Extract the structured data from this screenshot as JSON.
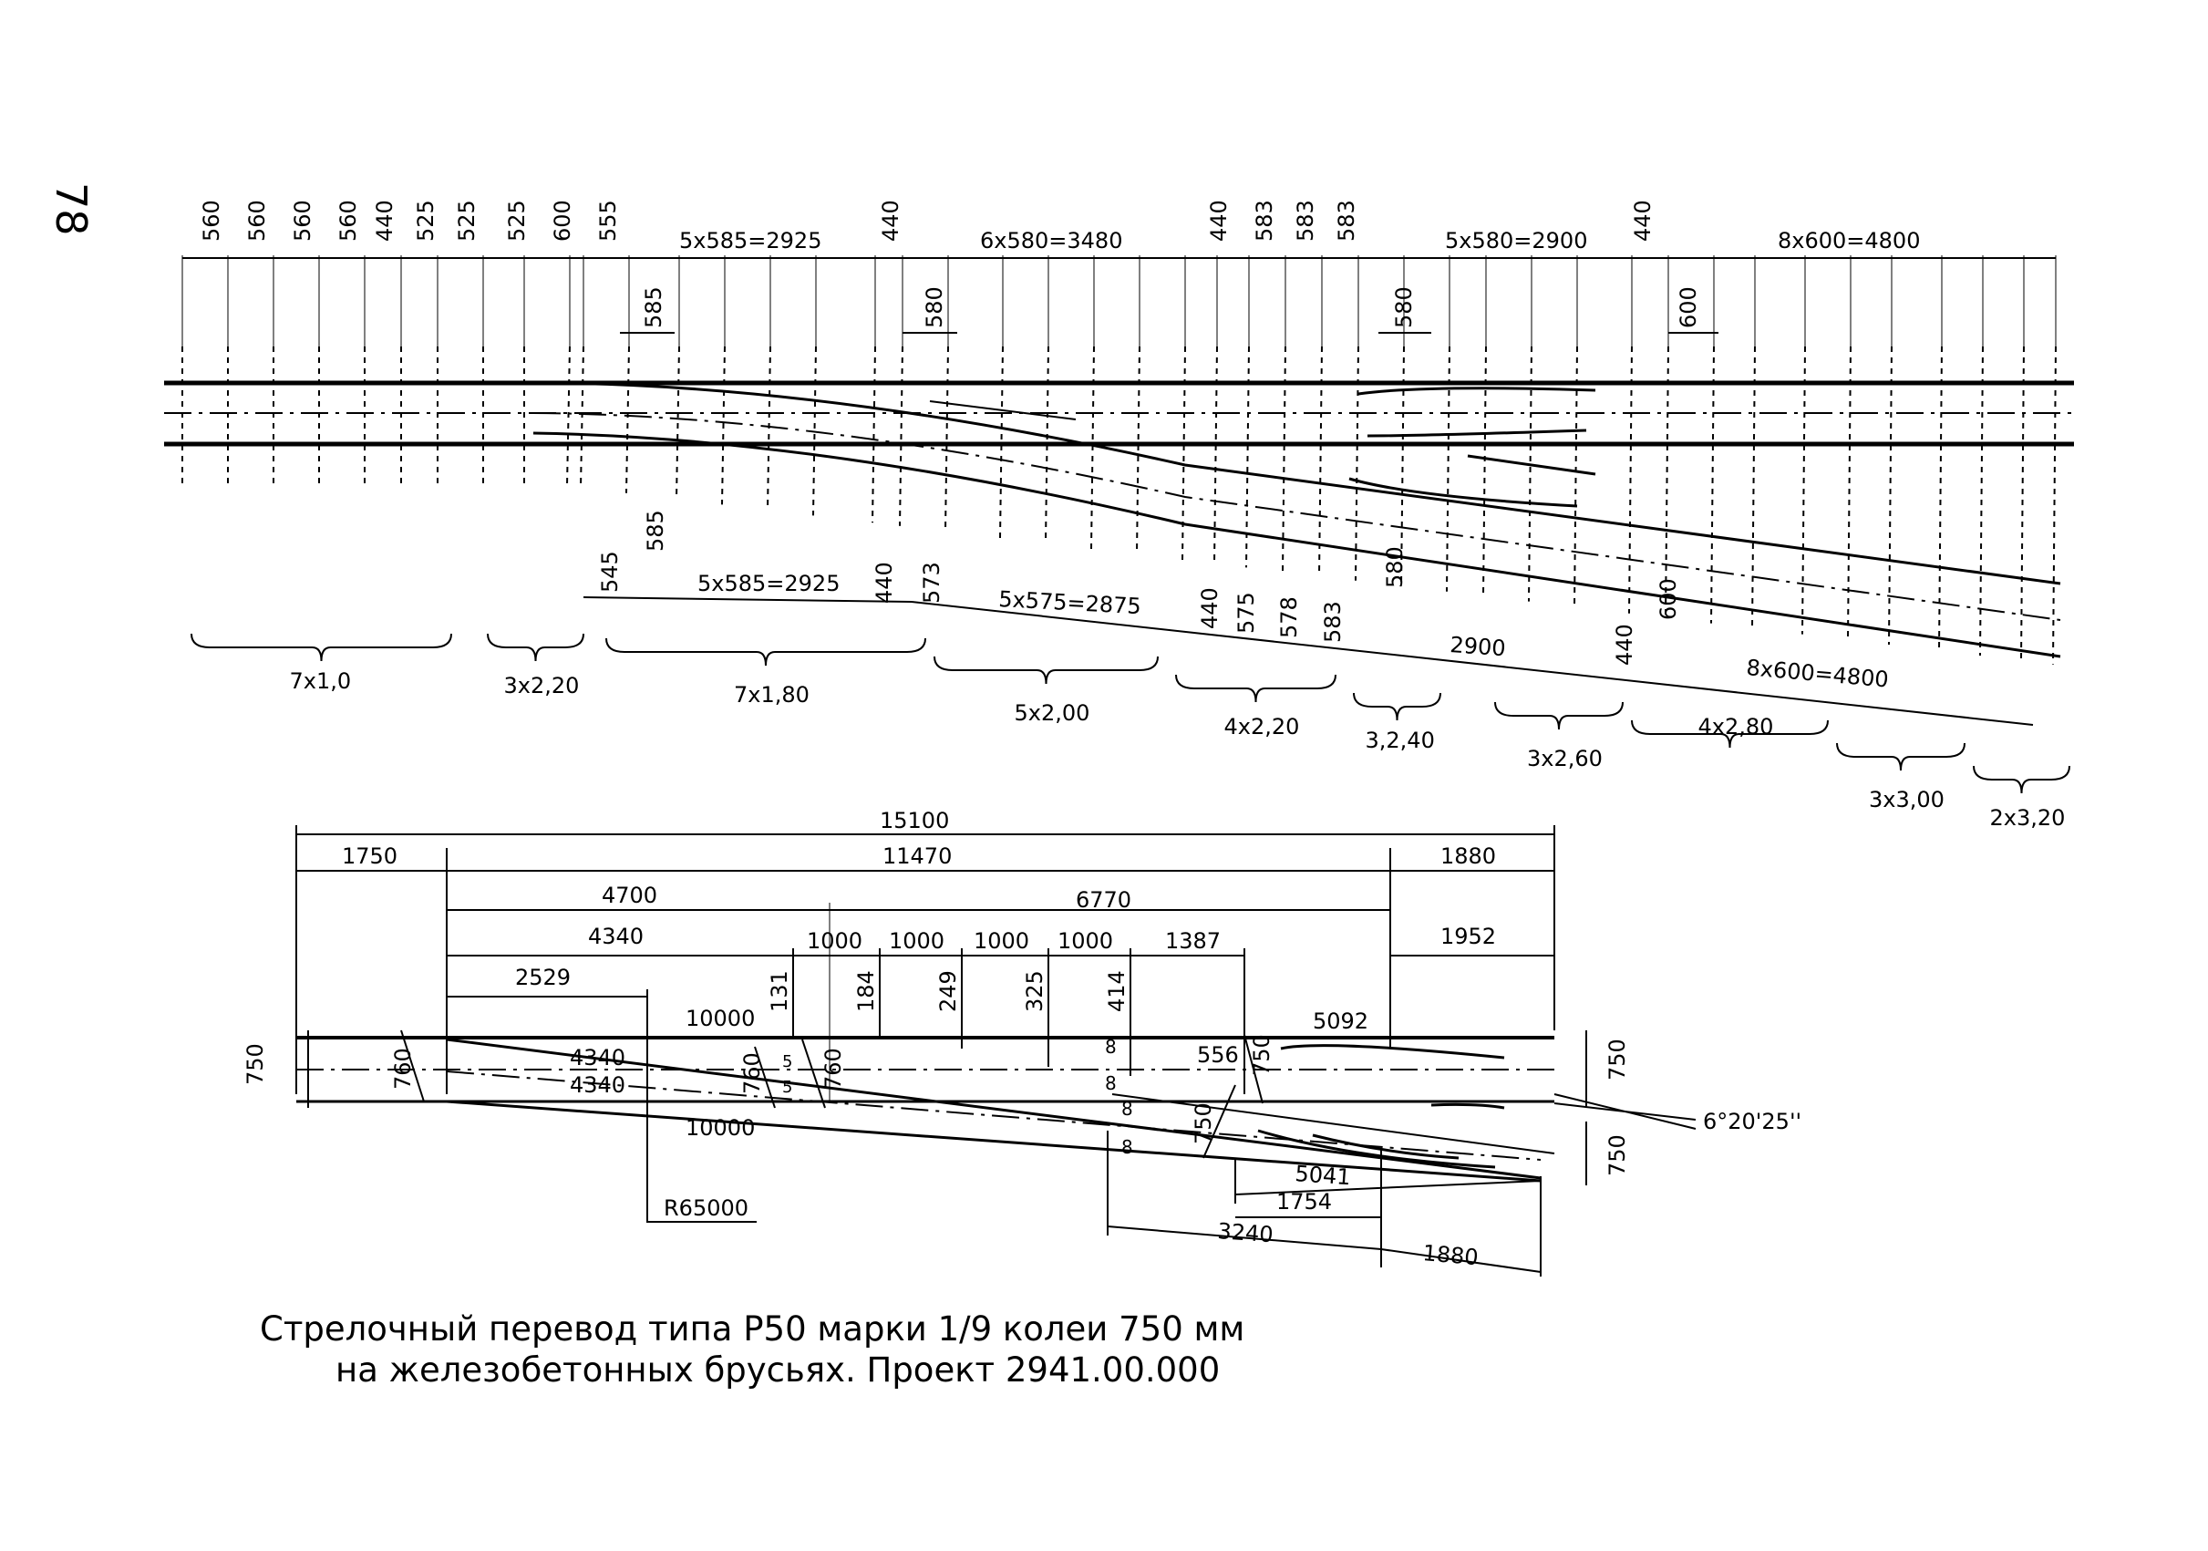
{
  "page_number": "78",
  "caption": {
    "line1": "Стрелочный перевод типа Р50 марки 1/9 колеи 750 мм",
    "line2": "на железобетонных брусьях. Проект 2941.00.000"
  },
  "top_dims": {
    "spacing": [
      "560",
      "560",
      "560",
      "560",
      "440",
      "525",
      "525",
      "525",
      "600",
      "555",
      "440",
      "440",
      "583",
      "583",
      "583",
      "440"
    ],
    "groups": [
      "5x585=2925",
      "6x580=3480",
      "5x580=2900",
      "8x600=4800"
    ],
    "short": [
      "585",
      "580",
      "580",
      "600"
    ]
  },
  "bottom_dims": {
    "spacing": [
      "545",
      "585",
      "440",
      "573",
      "440",
      "575",
      "578",
      "583",
      "580",
      "440",
      "600"
    ],
    "groups": [
      "5x585=2925",
      "5x575=2875",
      "2900",
      "8x600=4800"
    ]
  },
  "tie_groups": [
    "7x1,0",
    "3x2,20",
    "7x1,80",
    "5x2,00",
    "4x2,20",
    "3,2,40",
    "3x2,60",
    "4x2,80",
    "3x3,00",
    "2x3,20"
  ],
  "scheme": {
    "overall": [
      "15100",
      "1750",
      "11470",
      "1880",
      "4700",
      "6770",
      "4340",
      "1952",
      "2529"
    ],
    "steps": [
      "1000",
      "1000",
      "1000",
      "1000",
      "1387"
    ],
    "offsets": [
      "131",
      "184",
      "249",
      "325",
      "414"
    ],
    "chords": [
      "10000",
      "10000",
      "4340",
      "4340",
      "5092",
      "556",
      "5041",
      "1754",
      "3240",
      "1880"
    ],
    "gauges": [
      "750",
      "760",
      "760",
      "760",
      "750",
      "750",
      "750",
      "750"
    ],
    "small": [
      "5",
      "5",
      "8",
      "8",
      "8",
      "8"
    ],
    "radius": "R65000",
    "angle": "6°20'25''"
  },
  "colors": {
    "ink": "#000000",
    "paper": "#ffffff"
  }
}
